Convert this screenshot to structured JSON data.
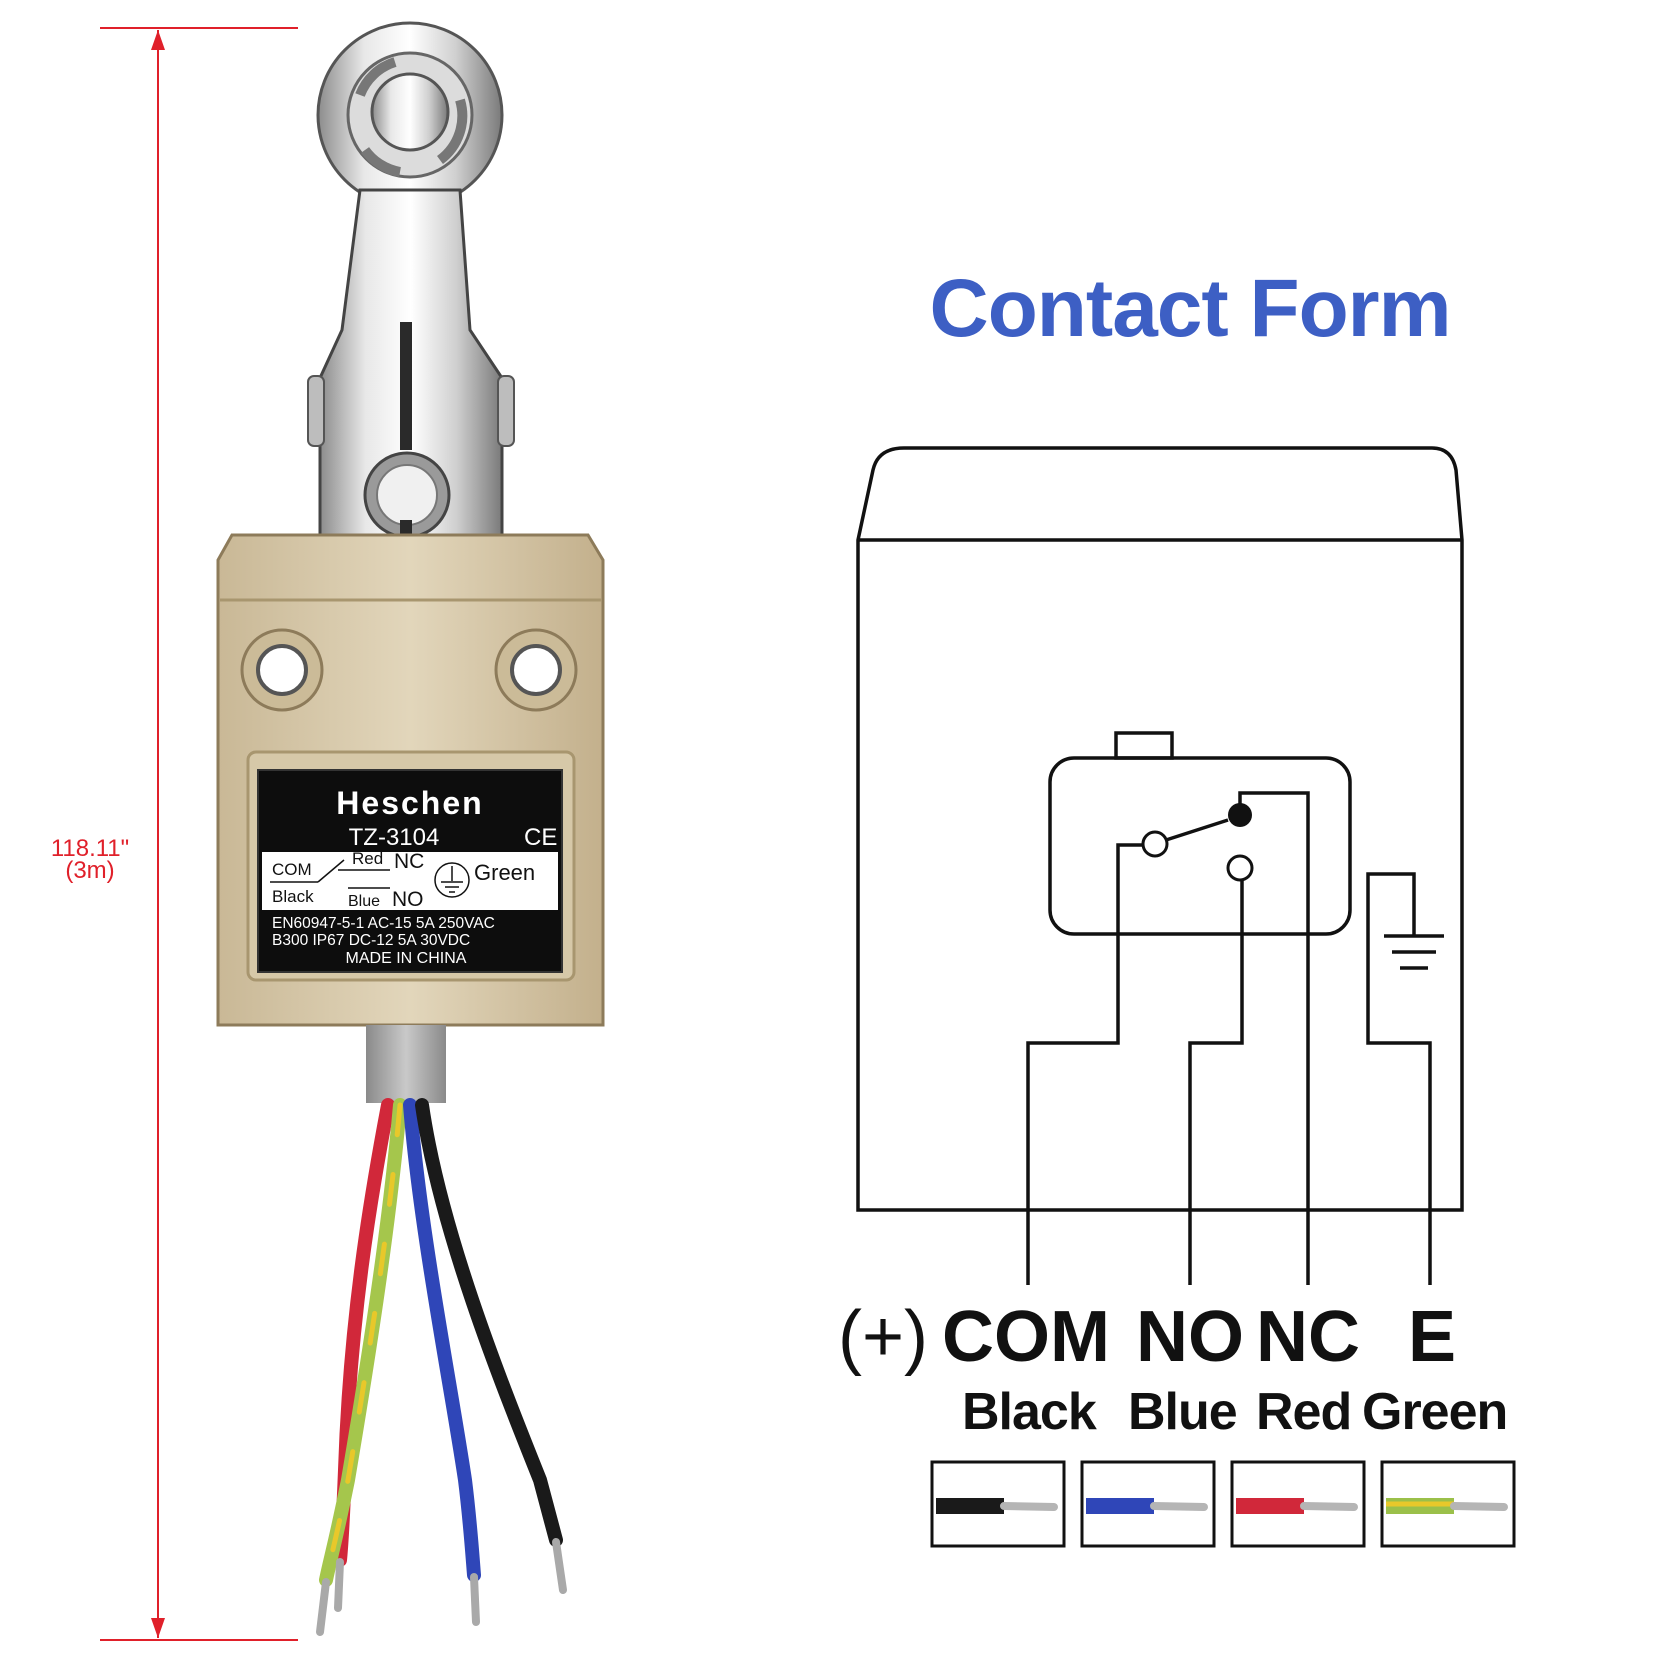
{
  "dimension": {
    "inches": "118.11\"",
    "meters": "(3m)",
    "line_color": "#e0202a"
  },
  "product_label": {
    "brand": "Heschen",
    "model": "TZ-3104",
    "ce_mark": "CE",
    "com": "COM",
    "black": "Black",
    "red": "Red",
    "nc": "NC",
    "blue": "Blue",
    "no": "NO",
    "green": "Green",
    "spec_line1": "EN60947-5-1  AC-15   5A   250VAC",
    "spec_line2": "B300   IP67    DC-12   5A   30VDC",
    "made_in": "MADE IN CHINA"
  },
  "diagram": {
    "title": "Contact Form",
    "title_color": "#3d5fc4",
    "terminals": {
      "polarity": "(+)",
      "com": "COM",
      "no": "NO",
      "nc": "NC",
      "e": "E"
    },
    "wire_colors": {
      "com": "Black",
      "no": "Blue",
      "nc": "Red",
      "e": "Green"
    },
    "swatches": [
      {
        "name": "black-wire",
        "color": "#1a1a1a"
      },
      {
        "name": "blue-wire",
        "color": "#2f46b8"
      },
      {
        "name": "red-wire",
        "color": "#d1283a"
      },
      {
        "name": "green-wire",
        "color": "#9bc04a",
        "stripe": "#e8c82a"
      }
    ]
  }
}
